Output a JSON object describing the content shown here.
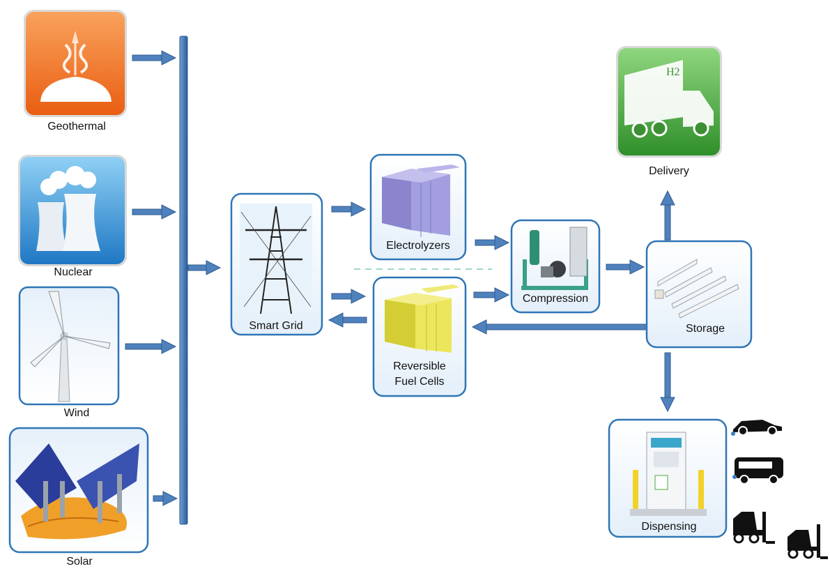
{
  "diagram": {
    "sources": {
      "geothermal": "Geothermal",
      "nuclear": "Nuclear",
      "wind": "Wind",
      "solar": "Solar"
    },
    "nodes": {
      "smart_grid": "Smart Grid",
      "electrolyzers": "Electrolyzers",
      "fuel_cells_line1": "Reversible",
      "fuel_cells_line2": "Fuel Cells",
      "compression": "Compression",
      "storage": "Storage",
      "delivery": "Delivery",
      "dispensing": "Dispensing"
    },
    "truck_badge": "H2",
    "colors": {
      "arrow_fill": "#4f81bd",
      "arrow_stroke": "#2f5b8f",
      "node_border": "#2e75b6",
      "geothermal": "#f36f21",
      "nuclear": "#2f8fd3",
      "delivery": "#4aaa3c",
      "electrolyzer": "#9b96d8",
      "fuel_cell": "#e9e255",
      "dashed_line": "#9fd9c8"
    }
  }
}
